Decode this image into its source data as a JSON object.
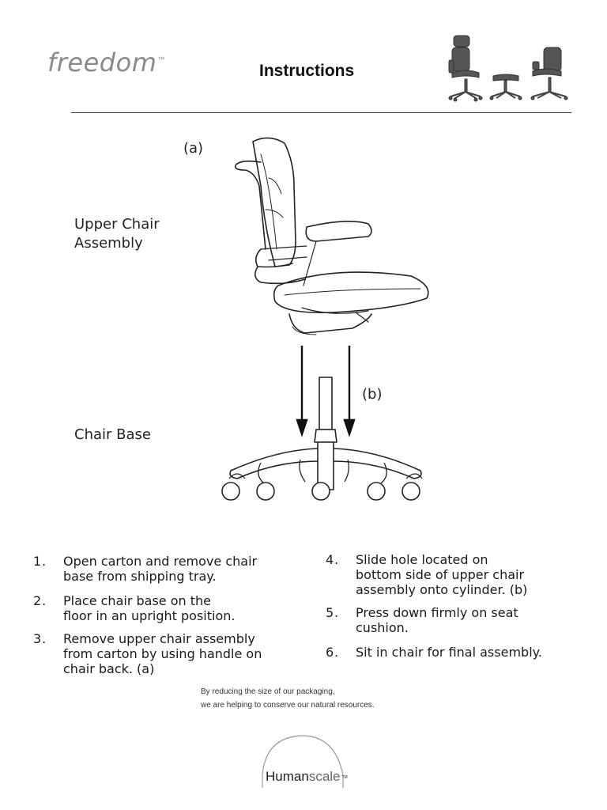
{
  "header": {
    "brand": "freedom",
    "brand_tm": "™",
    "title": "Instructions"
  },
  "diagram": {
    "label_a": "(a)",
    "label_b": "(b)",
    "upper_label": "Upper Chair\nAssembly",
    "base_label": "Chair Base"
  },
  "steps": [
    {
      "num": "1.",
      "text": "Open carton and remove chair\nbase from shipping tray."
    },
    {
      "num": "2.",
      "text": "Place chair base on the\nfloor in an upright position."
    },
    {
      "num": "3.",
      "text": "Remove upper chair assembly\nfrom carton by using handle on\nchair back. (a)"
    },
    {
      "num": "4.",
      "text": "Slide hole located on\nbottom side of upper chair\nassembly onto cylinder. (b)"
    },
    {
      "num": "5.",
      "text": "Press down firmly on seat\ncushion."
    },
    {
      "num": "6.",
      "text": "Sit in chair for final assembly."
    }
  ],
  "footer": {
    "note_line1": "By reducing the size of our packaging,",
    "note_line2": "we are helping to conserve our natural resources.",
    "logo_part1": "Human",
    "logo_part2": "scale",
    "logo_tm": "TM"
  }
}
